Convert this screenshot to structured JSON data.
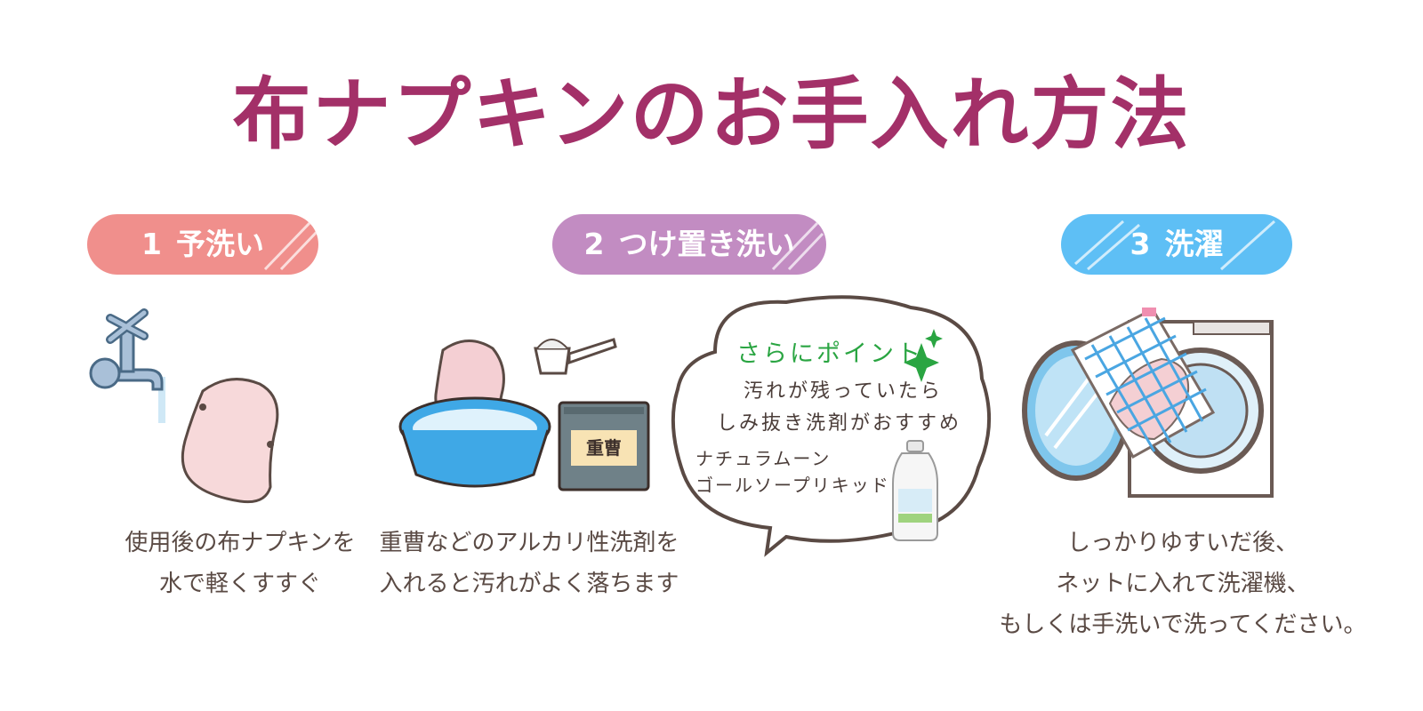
{
  "title": "布ナプキンのお手入れ方法",
  "steps": [
    {
      "number": "1",
      "label": "予洗い",
      "description_lines": [
        "使用後の布ナプキンを",
        "水で軽くすすぐ"
      ]
    },
    {
      "number": "2",
      "label": "つけ置き洗い",
      "description_lines": [
        "重曹などのアルカリ性洗剤を",
        "入れると汚れがよく落ちます"
      ],
      "soda_label": "重曹"
    },
    {
      "number": "3",
      "label": "洗濯",
      "description_lines": [
        "しっかりゆすいだ後、",
        "ネットに入れて洗濯機、",
        "もしくは手洗いで洗ってください。"
      ]
    }
  ],
  "bubble": {
    "heading": "さらにポイント",
    "tip_lines": [
      "汚れが残っていたら",
      "しみ抜き洗剤がおすすめ"
    ],
    "product_lines": [
      "ナチュラムーン",
      "ゴールソープリキッド"
    ]
  },
  "colors": {
    "title": "#a33068",
    "step1": "#f08f8c",
    "step2": "#c28cc2",
    "step3": "#5ebff5",
    "text": "#5a4a44",
    "point": "#2aa542"
  },
  "icons": [
    "faucet-icon",
    "cloth-pad-icon",
    "basin-icon",
    "measuring-scoop-icon",
    "baking-soda-bag-icon",
    "detergent-bottle-icon",
    "washing-machine-icon",
    "laundry-net-icon",
    "sparkle-icon"
  ]
}
